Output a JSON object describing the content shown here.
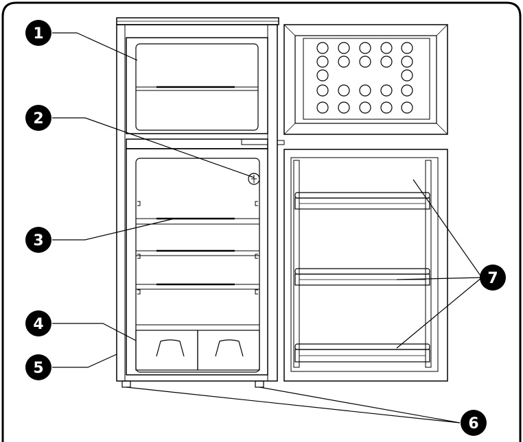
{
  "figure": {
    "type": "refrigerator-parts-diagram",
    "callouts": [
      {
        "id": "1",
        "label": "1"
      },
      {
        "id": "2",
        "label": "2"
      },
      {
        "id": "3",
        "label": "3"
      },
      {
        "id": "4",
        "label": "4"
      },
      {
        "id": "5",
        "label": "5"
      },
      {
        "id": "6",
        "label": "6"
      },
      {
        "id": "7",
        "label": "7"
      }
    ],
    "colors": {
      "line": "#000000",
      "background": "#ffffff",
      "callout_fill": "#000000",
      "callout_text": "#ffffff"
    }
  }
}
